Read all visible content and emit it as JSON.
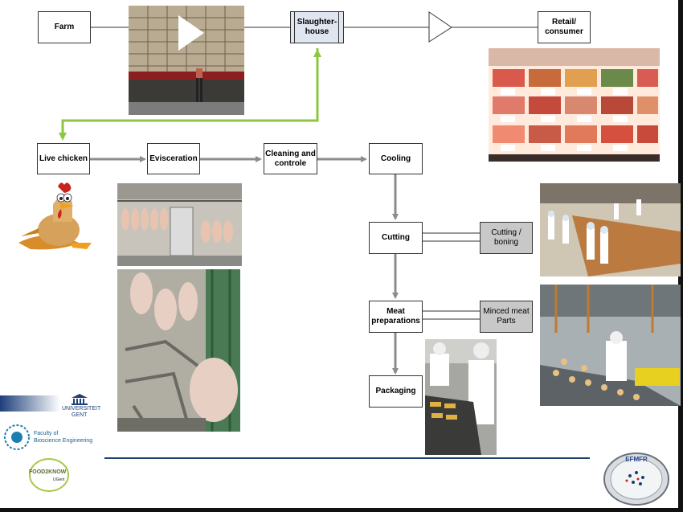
{
  "nodes": {
    "farm": "Farm",
    "slaughterhouse": "Slaughter-\nhouse",
    "retail": "Retail/\nconsumer",
    "live_chicken": "Live chicken",
    "evisceration": "Evisceration",
    "cleaning": "Cleaning and\ncontrole",
    "cooling": "Cooling",
    "cutting": "Cutting",
    "cutting_boning": "Cutting /\nboning",
    "meat_preparations": "Meat\npreparations",
    "minced_meat": "Minced meat\nParts",
    "packaging": "Packaging"
  },
  "logos": {
    "university_line1": "UNIVERSITEIT",
    "university_line2": "GENT",
    "faculty_line1": "Faculty of",
    "faculty_line2": "Bioscience Engineering",
    "food2know": "FOOD2KNOW",
    "food2know_sub": "UGent"
  },
  "colors": {
    "arrow_grey": "#8c8c8c",
    "arrow_green": "#8dc63f",
    "divider": "#1f3f6b"
  }
}
